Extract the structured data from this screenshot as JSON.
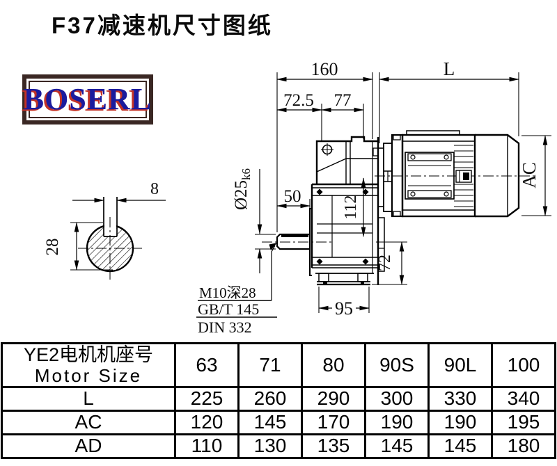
{
  "page": {
    "title": "F37减速机尺寸图纸"
  },
  "logo": {
    "text": "BOSERL",
    "border_color": "#3a2723",
    "text_color": "#1b1b9d",
    "shadow_color": "#c23227"
  },
  "drawing": {
    "dims": {
      "gearbox_length": "160",
      "motor_length": "L",
      "dim_72_5": "72.5",
      "dim_77": "77",
      "shaft_length": "50",
      "shaft_diameter": "Ø25",
      "shaft_tolerance": "k6",
      "center_height": "112",
      "foot_height": "72",
      "foot_width": "95",
      "motor_diameter": "AC",
      "key_width": "8",
      "key_height": "28"
    },
    "callouts": {
      "tapped_hole": "M10深28",
      "standard_1": "GB/T 145",
      "standard_2": "DIN 332"
    }
  },
  "table": {
    "header": {
      "line1": "YE2电机机座号",
      "line2": "Motor Size"
    },
    "sizes": [
      "63",
      "71",
      "80",
      "90S",
      "90L",
      "100"
    ],
    "rows": [
      {
        "label": "L",
        "values": [
          "225",
          "260",
          "290",
          "300",
          "330",
          "340"
        ]
      },
      {
        "label": "AC",
        "values": [
          "120",
          "145",
          "170",
          "190",
          "190",
          "195"
        ]
      },
      {
        "label": "AD",
        "values": [
          "110",
          "130",
          "135",
          "145",
          "145",
          "180"
        ]
      }
    ]
  }
}
